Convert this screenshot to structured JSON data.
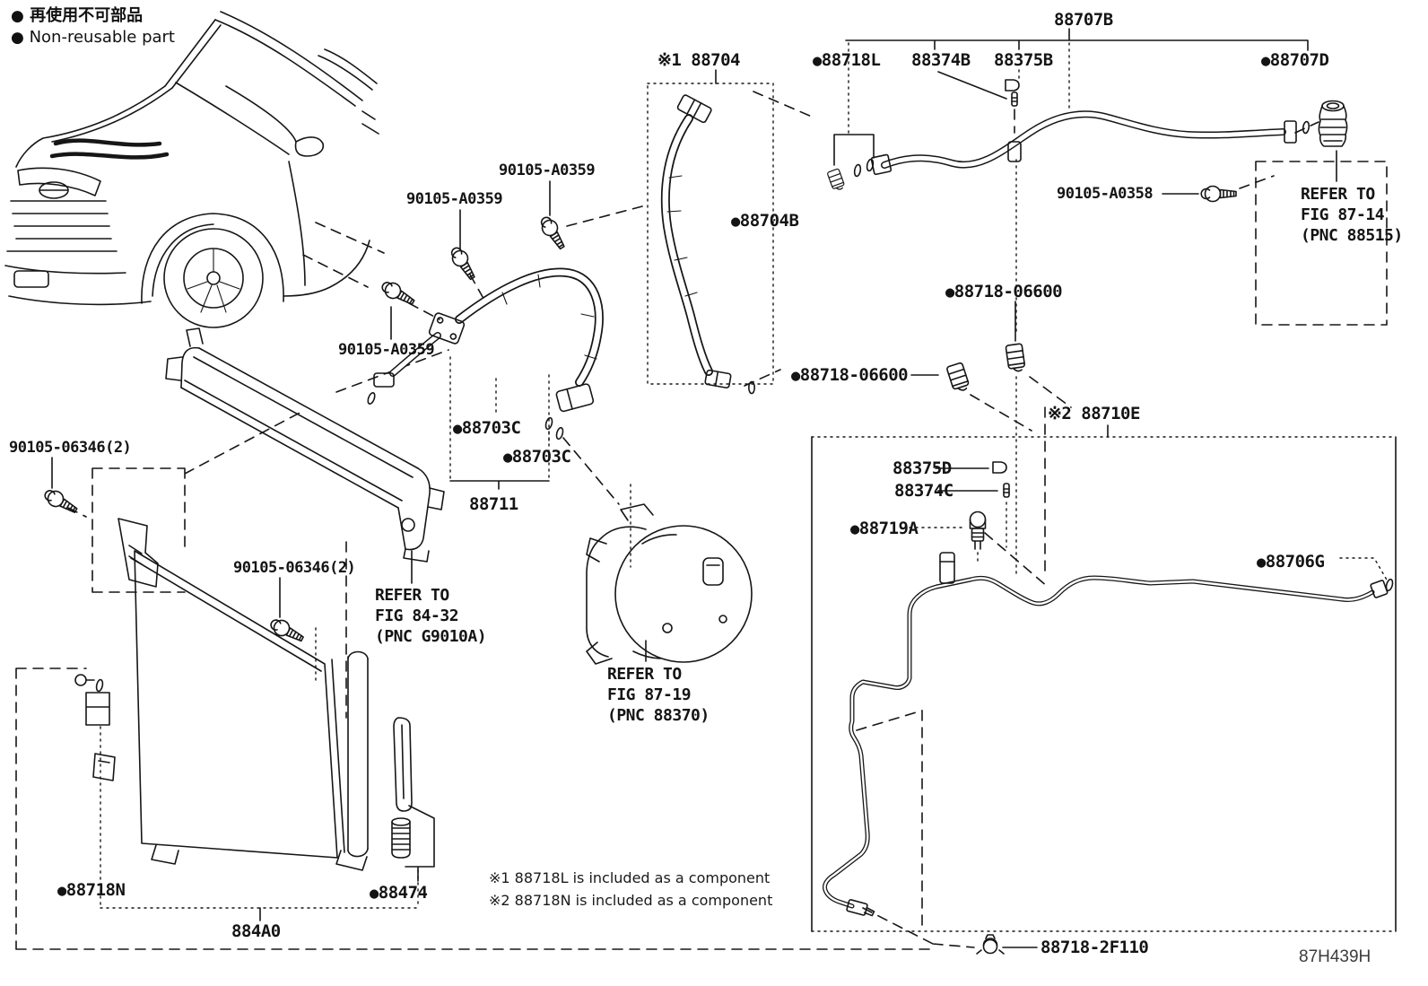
{
  "palette": {
    "ink": "#161616",
    "bg": "#ffffff",
    "footer_ink": "#3c3c3c"
  },
  "legend": {
    "bullet": "●",
    "jp": "再使用不可部品",
    "en": "Non-reusable part"
  },
  "labels": [
    {
      "id": "88707B",
      "b": "",
      "t": "88707B"
    },
    {
      "id": "88704",
      "b": "",
      "t": "※1 88704"
    },
    {
      "id": "88718L",
      "b": "●",
      "t": "88718L"
    },
    {
      "id": "88374B",
      "b": "",
      "t": "88374B"
    },
    {
      "id": "88375B",
      "b": "",
      "t": "88375B"
    },
    {
      "id": "88707D",
      "b": "●",
      "t": "88707D"
    },
    {
      "id": "90105-A0359-top",
      "b": "",
      "t": "90105-A0359"
    },
    {
      "id": "90105-A0358",
      "b": "",
      "t": "90105-A0358"
    },
    {
      "id": "90105-A0359-mid",
      "b": "",
      "t": "90105-A0359"
    },
    {
      "id": "88704B",
      "b": "●",
      "t": "88704B"
    },
    {
      "id": "88718-06600-upper",
      "b": "●",
      "t": "88718-06600"
    },
    {
      "id": "90105-A0359-low",
      "b": "",
      "t": "90105-A0359"
    },
    {
      "id": "88718-06600-lower",
      "b": "●",
      "t": "88718-06600"
    },
    {
      "id": "88710E",
      "b": "",
      "t": "※2 88710E"
    },
    {
      "id": "88703C-1",
      "b": "●",
      "t": "88703C"
    },
    {
      "id": "90105-06346-left",
      "b": "",
      "t": "90105-06346(2)"
    },
    {
      "id": "88703C-2",
      "b": "●",
      "t": "88703C"
    },
    {
      "id": "88375D",
      "b": "",
      "t": "88375D"
    },
    {
      "id": "88374C",
      "b": "",
      "t": "88374C"
    },
    {
      "id": "88711",
      "b": "",
      "t": "88711"
    },
    {
      "id": "88719A",
      "b": "●",
      "t": "88719A"
    },
    {
      "id": "88706G",
      "b": "●",
      "t": "88706G"
    },
    {
      "id": "90105-06346-mid",
      "b": "",
      "t": "90105-06346(2)"
    },
    {
      "id": "88718N",
      "b": "●",
      "t": "88718N"
    },
    {
      "id": "88474",
      "b": "●",
      "t": "88474"
    },
    {
      "id": "884A0",
      "b": "",
      "t": "884A0"
    },
    {
      "id": "88718-2F110",
      "b": "",
      "t": "88718-2F110"
    }
  ],
  "refs": [
    {
      "id": "fig-87-14",
      "lines": [
        "REFER TO",
        "FIG 87-14",
        "(PNC 88515)"
      ]
    },
    {
      "id": "fig-84-32",
      "lines": [
        "REFER TO",
        "FIG 84-32",
        "(PNC G9010A)"
      ]
    },
    {
      "id": "fig-87-19",
      "lines": [
        "REFER TO",
        "FIG 87-19",
        "(PNC 88370)"
      ]
    }
  ],
  "notes": [
    {
      "text": "※1 88718L is included as a component"
    },
    {
      "text": "※2 88718N is included as a component"
    }
  ],
  "footer": {
    "code": "87H439H"
  },
  "icons": [
    "bolt-icon",
    "clamp-icon",
    "o-ring-icon",
    "grommet-icon",
    "sensor-icon",
    "clip-icon",
    "pin-icon",
    "hose-clamp-icon",
    "nonreusable-bullet"
  ]
}
